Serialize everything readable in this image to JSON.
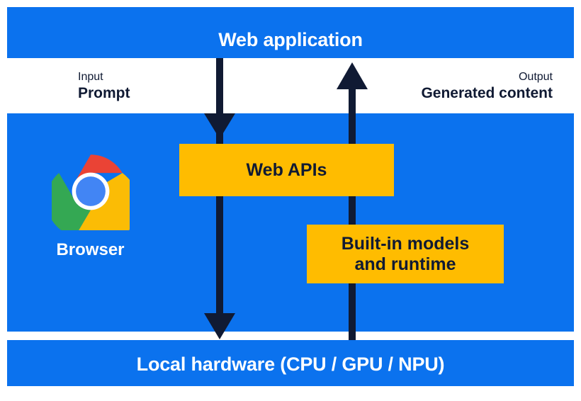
{
  "diagram": {
    "title_top": "Web application",
    "title_bottom": "Local hardware (CPU / GPU / NPU)",
    "io": {
      "input_kicker": "Input",
      "input_value": "Prompt",
      "output_kicker": "Output",
      "output_value": "Generated content"
    },
    "boxes": {
      "web_apis": "Web APIs",
      "builtin_line1": "Built-in models",
      "builtin_line2": "and runtime"
    },
    "browser": {
      "label": "Browser",
      "logo_icon": "chrome-logo-icon"
    },
    "arrows": {
      "down_name": "prompt-down-arrow",
      "up_name": "generated-content-up-arrow"
    },
    "colors": {
      "blue": "#0B72EE",
      "amber": "#FFBC00",
      "ink": "#101A33",
      "white": "#FFFFFF",
      "chrome_red": "#EA4335",
      "chrome_green": "#34A853",
      "chrome_yellow": "#FBBC05",
      "chrome_blue": "#4285F4"
    }
  }
}
